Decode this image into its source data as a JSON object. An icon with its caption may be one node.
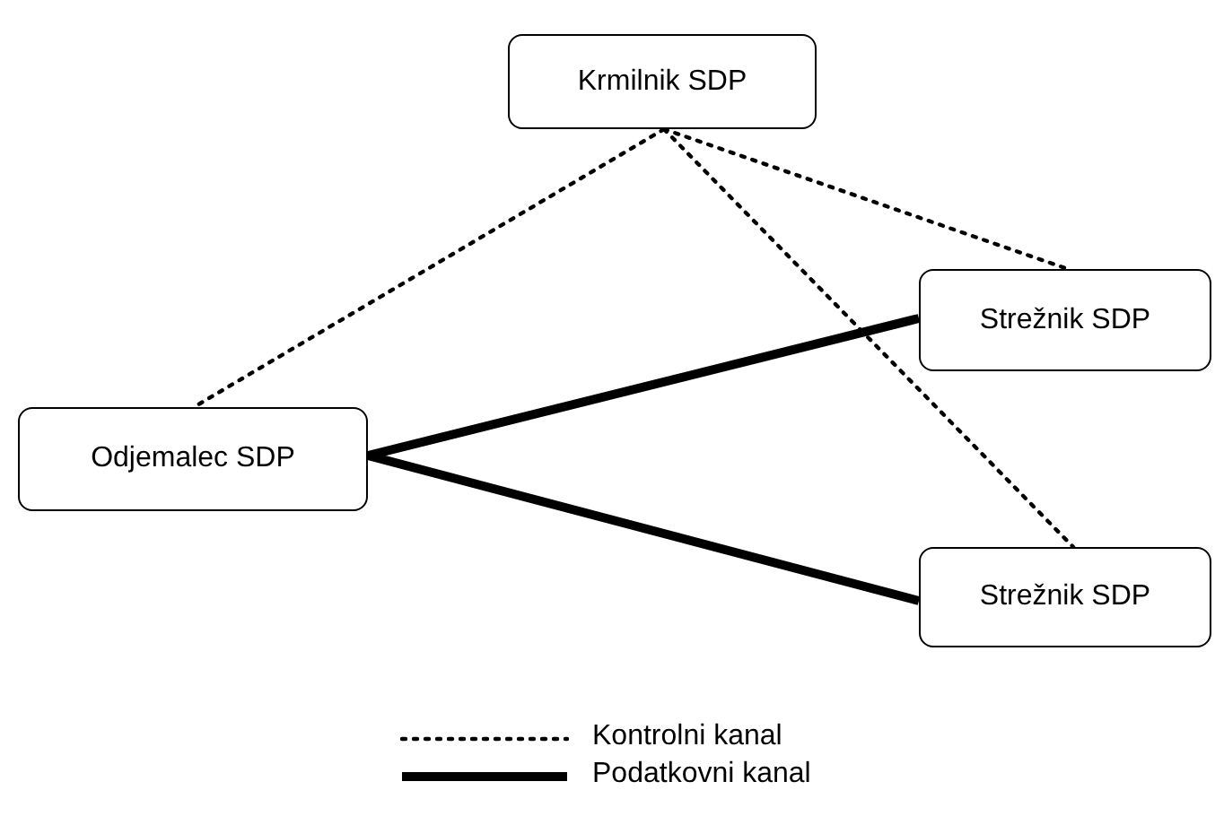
{
  "diagram": {
    "nodes": [
      {
        "text": [
          "Krmilnik SDP"
        ]
      },
      {
        "text": [
          "Strežnik SDP"
        ]
      },
      {
        "text": [
          "Odjemalec SDP"
        ]
      },
      {
        "text": [
          "Strežnik SDP"
        ]
      }
    ],
    "edges": [
      {
        "from": 0,
        "to": 2,
        "arrow": "none",
        "style": "dashed"
      },
      {
        "from": 0,
        "to": 1,
        "arrow": "none",
        "style": "dashed"
      },
      {
        "from": 0,
        "to": 3,
        "arrow": "none",
        "style": "dashed"
      },
      {
        "from": 2,
        "to": 1,
        "arrow": "none",
        "style": "thick"
      },
      {
        "from": 2,
        "to": 3,
        "arrow": "none",
        "style": "thick"
      }
    ],
    "legend": [
      {
        "text": "Kontrolni kanal"
      },
      {
        "text": "Podatkovni kanal"
      }
    ]
  }
}
